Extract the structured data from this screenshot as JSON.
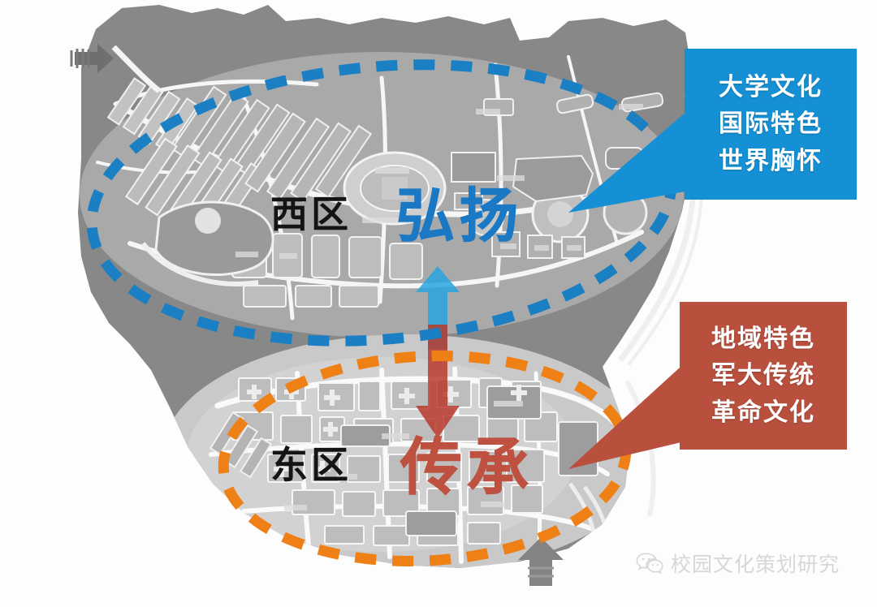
{
  "figure": {
    "kind": "campus-culture-planning-map",
    "background_color": "#fdfdfd"
  },
  "map": {
    "base_color": "#888888",
    "inner_color": "#a9a9a9",
    "building_color": "#b9b9b9",
    "building_dark_color": "#8e8e8e",
    "road_color": "#f4f4f4",
    "north_arrow": "north-arrow-icon",
    "entrance_arrow": "campus-entrance-arrow-icon"
  },
  "regions": {
    "west": {
      "label": "西区"
    },
    "east": {
      "label": "东区"
    }
  },
  "themes": {
    "upper": {
      "text": "弘扬",
      "color": "#1b78c4"
    },
    "lower": {
      "text": "传承",
      "color": "#bf5140"
    }
  },
  "ellipses": {
    "blue": {
      "color": "#1b7fc4",
      "style": "dashed",
      "encloses": "西区"
    },
    "orange": {
      "color": "#ee8015",
      "style": "dashed",
      "encloses": "东区"
    }
  },
  "flow_arrows": {
    "up": {
      "color": "#28a4e0",
      "direction": "up"
    },
    "down": {
      "color": "#b8392c",
      "direction": "down"
    }
  },
  "callouts": {
    "blue": {
      "color": "#1590d4",
      "lines": [
        "大学文化",
        "国际特色",
        "世界胸怀"
      ]
    },
    "red": {
      "color": "#b9503e",
      "lines": [
        "地域特色",
        "军大传统",
        "革命文化"
      ]
    }
  },
  "watermark": {
    "icon": "wechat-icon",
    "text": "校园文化策划研究",
    "color": "#d7d7d7"
  }
}
